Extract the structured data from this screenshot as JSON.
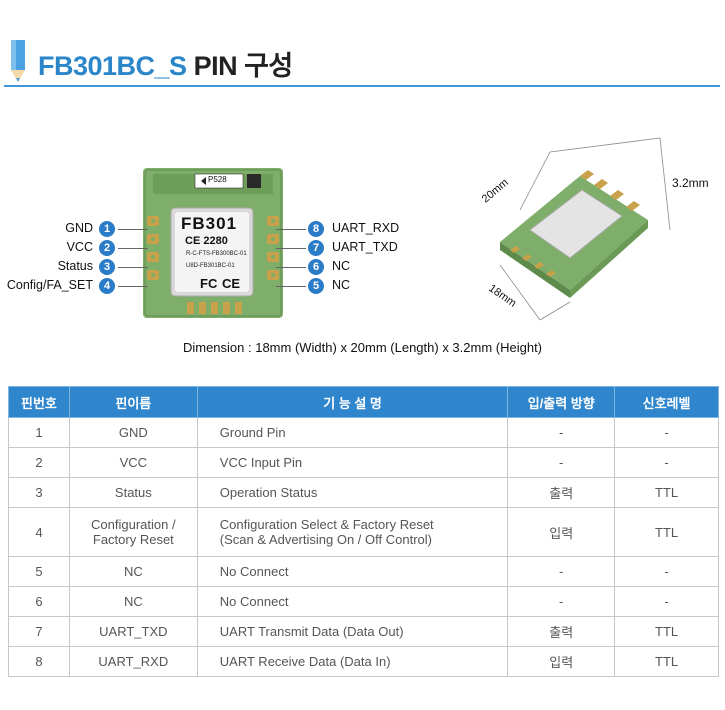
{
  "header": {
    "title_main": "FB301BC_S",
    "title_sub": "PIN 구성"
  },
  "module": {
    "model": "FB301",
    "ce_code": "2280",
    "line1": "R-C-FTS-FB300BC-01",
    "line2": "U8D-FB301BC-01",
    "chip_label": "P528",
    "fc": "FC",
    "ce": "CE"
  },
  "left_pins": [
    {
      "num": "1",
      "label": "GND"
    },
    {
      "num": "2",
      "label": "VCC"
    },
    {
      "num": "3",
      "label": "Status"
    },
    {
      "num": "4",
      "label": "Config/FA_SET"
    }
  ],
  "right_pins": [
    {
      "num": "8",
      "label": "UART_RXD"
    },
    {
      "num": "7",
      "label": "UART_TXD"
    },
    {
      "num": "6",
      "label": "NC"
    },
    {
      "num": "5",
      "label": "NC"
    }
  ],
  "iso": {
    "dim_length": "20mm",
    "dim_width": "18mm",
    "dim_height": "3.2mm"
  },
  "dimension_text": "Dimension : 18mm (Width) x 20mm (Length) x 3.2mm (Height)",
  "table": {
    "headers": [
      "핀번호",
      "핀이름",
      "기 능 설 명",
      "입/출력 방향",
      "신호레벨"
    ],
    "rows": [
      {
        "no": "1",
        "name": "GND",
        "desc": "Ground Pin",
        "dir": "-",
        "level": "-"
      },
      {
        "no": "2",
        "name": "VCC",
        "desc": "VCC Input Pin",
        "dir": "-",
        "level": "-"
      },
      {
        "no": "3",
        "name": "Status",
        "desc": "Operation Status",
        "dir": "출력",
        "level": "TTL"
      },
      {
        "no": "4",
        "name": "Configuration /",
        "name2": "Factory Reset",
        "desc": "Configuration Select & Factory Reset",
        "desc2": "(Scan & Advertising On / Off Control)",
        "dir": "입력",
        "level": "TTL"
      },
      {
        "no": "5",
        "name": "NC",
        "desc": "No Connect",
        "dir": "-",
        "level": "-"
      },
      {
        "no": "6",
        "name": "NC",
        "desc": "No Connect",
        "dir": "-",
        "level": "-"
      },
      {
        "no": "7",
        "name": "UART_TXD",
        "desc": "UART Transmit Data (Data Out)",
        "dir": "출력",
        "level": "TTL"
      },
      {
        "no": "8",
        "name": "UART_RXD",
        "desc": "UART Receive Data (Data In)",
        "dir": "입력",
        "level": "TTL"
      }
    ]
  },
  "colors": {
    "accent": "#2f86cc",
    "pcb": "#7fae6a",
    "pin_gold": "#c9a14a"
  }
}
